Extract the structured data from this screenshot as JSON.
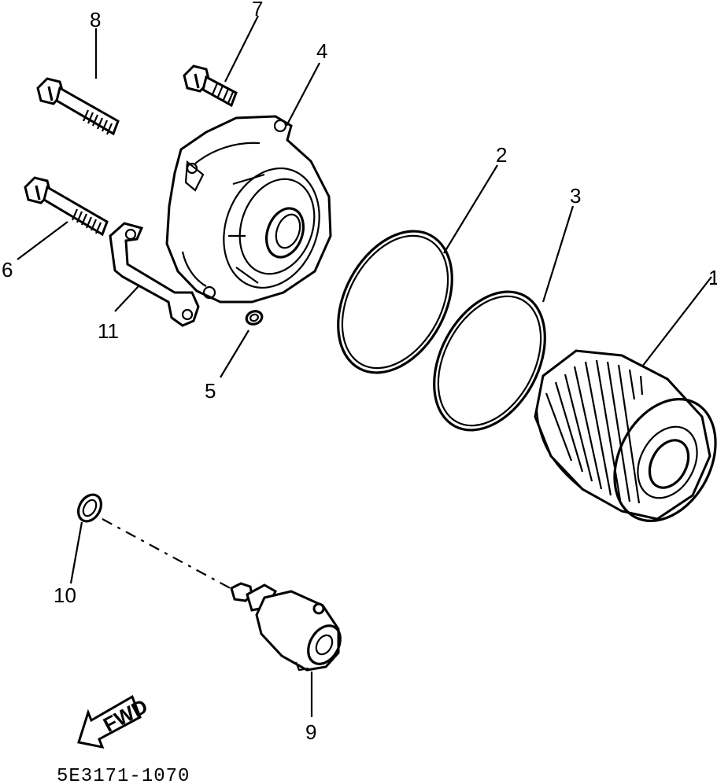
{
  "diagram": {
    "callouts": [
      {
        "id": "1",
        "text": "1"
      },
      {
        "id": "2",
        "text": "2"
      },
      {
        "id": "3",
        "text": "3"
      },
      {
        "id": "4",
        "text": "4"
      },
      {
        "id": "5",
        "text": "5"
      },
      {
        "id": "6",
        "text": "6"
      },
      {
        "id": "7",
        "text": "7"
      },
      {
        "id": "8",
        "text": "8"
      },
      {
        "id": "9",
        "text": "9"
      },
      {
        "id": "10",
        "text": "10"
      },
      {
        "id": "11",
        "text": "11"
      }
    ],
    "fwd_label": "FWD",
    "drawing_code": "5E3171-1070",
    "colors": {
      "ink": "#000000",
      "paper": "#ffffff"
    }
  }
}
